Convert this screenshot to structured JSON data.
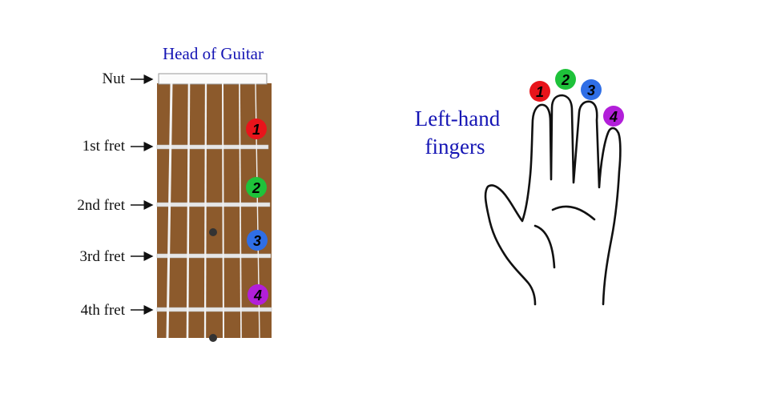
{
  "diagram": {
    "title": "Head of Guitar",
    "fret_labels": [
      "Nut",
      "1st fret",
      "2nd fret",
      "3rd fret",
      "4th fret"
    ],
    "hand_label_line1": "Left-hand",
    "hand_label_line2": "fingers"
  },
  "fingers": [
    {
      "number": "1",
      "color": "#e8141b"
    },
    {
      "number": "2",
      "color": "#1ec23a"
    },
    {
      "number": "3",
      "color": "#2f6ee6"
    },
    {
      "number": "4",
      "color": "#b21fd9"
    }
  ],
  "colors": {
    "text_blue": "#1414b4",
    "fretboard": "#8b5a2b",
    "fret_wire": "#e9e9e9",
    "string": "#efefef"
  }
}
